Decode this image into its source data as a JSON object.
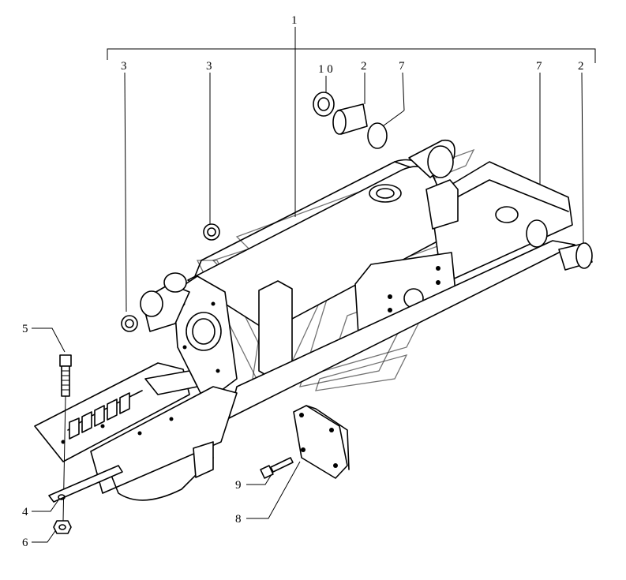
{
  "callouts": {
    "c1": "1",
    "c3a": "3",
    "c3b": "3",
    "c10": "1 0",
    "c2a": "2",
    "c7a": "7",
    "c7b": "7",
    "c2b": "2",
    "c5": "5",
    "c4": "4",
    "c6": "6",
    "c9": "9",
    "c8": "8"
  }
}
